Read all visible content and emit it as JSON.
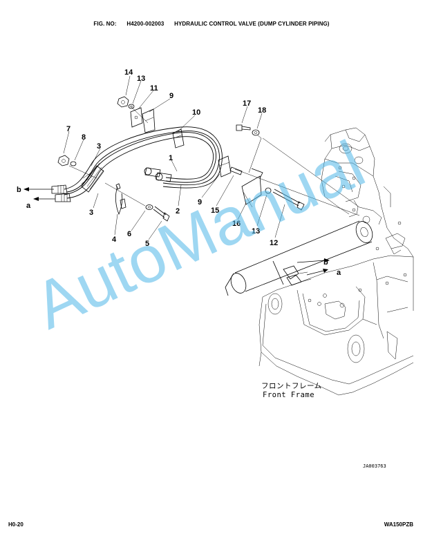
{
  "header": {
    "fig_label": "FIG. NO:",
    "fig_number": "H4200-002003",
    "title": "HYDRAULIC CONTROL VALVE (DUMP CYLINDER PIPING)"
  },
  "callouts": {
    "c14": "14",
    "c13a": "13",
    "c11": "11",
    "c9a": "9",
    "c10": "10",
    "c17": "17",
    "c18": "18",
    "c7": "7",
    "c8": "8",
    "c3a": "3",
    "c1": "1",
    "ca_left": "a",
    "cb_left": "b",
    "c3b": "3",
    "c4": "4",
    "c6": "6",
    "c5": "5",
    "c2": "2",
    "c9b": "9",
    "c15": "15",
    "c16": "16",
    "c13b": "13",
    "c12": "12",
    "cb_right": "b",
    "ca_right": "a"
  },
  "labels": {
    "front_frame_jp": "フロントフレーム",
    "front_frame_en": "Front Frame",
    "figure_code": "JA003763"
  },
  "watermark": "AutoManual",
  "footer": {
    "page": "H0-20",
    "model": "WA150PZB"
  },
  "colors": {
    "watermark": "#4fb6e8",
    "ink": "#000000"
  }
}
